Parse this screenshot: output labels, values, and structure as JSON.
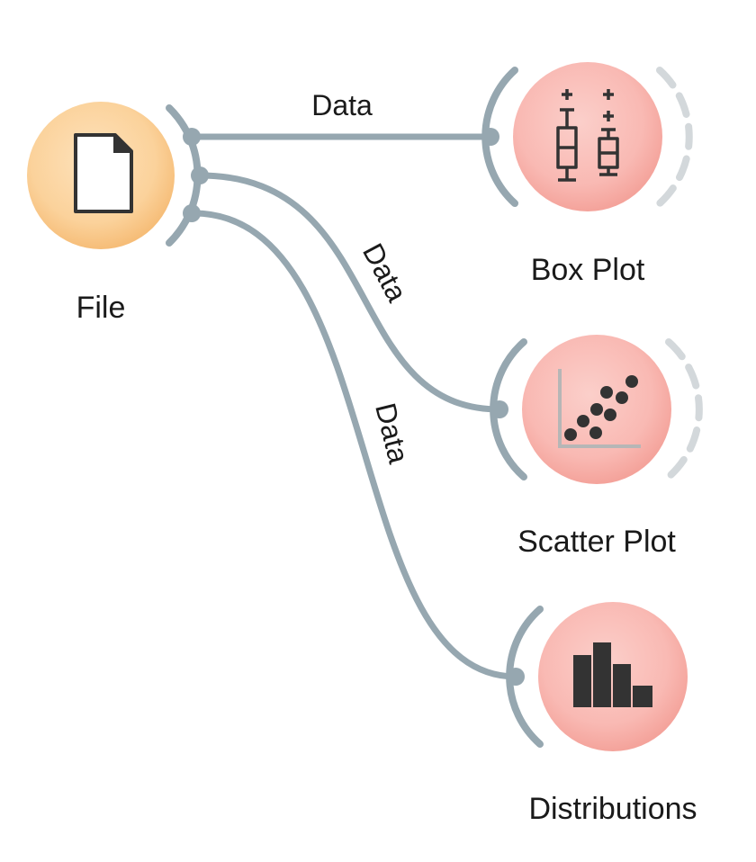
{
  "colors": {
    "link": "#96a7b0",
    "file_fill": "#fbd29b",
    "file_edge": "#f6b96c",
    "viz_fill": "#f9b9b3",
    "viz_edge": "#f39a92",
    "icon": "#333333"
  },
  "widgets": {
    "file": {
      "label": "File",
      "icon": "file-icon"
    },
    "box_plot": {
      "label": "Box Plot",
      "icon": "box-plot-icon"
    },
    "scatter_plot": {
      "label": "Scatter Plot",
      "icon": "scatter-plot-icon"
    },
    "distributions": {
      "label": "Distributions",
      "icon": "histogram-icon"
    }
  },
  "links": [
    {
      "from": "File",
      "to": "Box Plot",
      "label": "Data"
    },
    {
      "from": "File",
      "to": "Scatter Plot",
      "label": "Data"
    },
    {
      "from": "File",
      "to": "Distributions",
      "label": "Data"
    }
  ]
}
